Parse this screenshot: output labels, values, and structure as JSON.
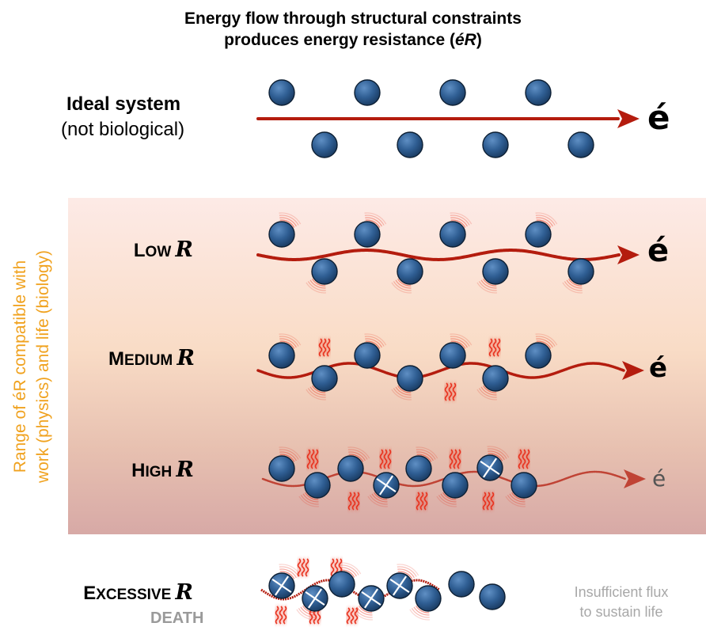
{
  "title": {
    "line1": "Energy flow through structural constraints",
    "line2_pre": "produces energy resistance (",
    "line2_sym": "éR",
    "line2_post": ")"
  },
  "side_label": {
    "line1": "Range of éR compatible with",
    "line2": "work (physics) and life (biology)"
  },
  "rows": {
    "ideal": {
      "label_line1": "Ideal system",
      "label_line2": "(not biological)",
      "output": "é"
    },
    "low": {
      "cap": "L",
      "small": "OW",
      "r": "R",
      "output": "é"
    },
    "medium": {
      "cap": "M",
      "small": "EDIUM",
      "r": "R",
      "output": "é"
    },
    "high": {
      "cap": "H",
      "small": "IGH",
      "r": "R",
      "output": "é"
    },
    "excessive": {
      "cap": "E",
      "small": "XCESSIVE",
      "r": "R",
      "sub": "DEATH",
      "note_line1": "Insufficient flux",
      "note_line2": "to sustain life"
    }
  },
  "colors": {
    "arrow": "#b41c0e",
    "particle": "#2f5e93",
    "heat": "#e8321e",
    "side_label": "#f0a21f",
    "band_top": "#fdeae6",
    "band_bottom": "#d7a9a6",
    "gray_text": "#9a9a9a"
  }
}
